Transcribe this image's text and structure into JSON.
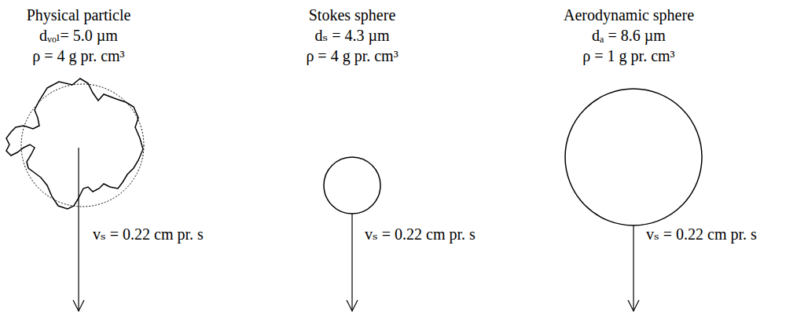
{
  "diagram": {
    "nodes": [
      {
        "text": [
          "Physical particle",
          "dᵥₒₗ= 5.0 µm",
          "ρ = 4 g pr. cm³"
        ]
      },
      {
        "text": [
          "Stokes sphere",
          "dₛ = 4.3 µm",
          "ρ = 4 g pr. cm³"
        ]
      },
      {
        "text": [
          "Aerodynamic sphere",
          "dₐ = 8.6 µm",
          "ρ = 1 g pr. cm³"
        ]
      }
    ],
    "labels": [
      "vₛ = 0.22 cm pr. s",
      "vₛ = 0.22 cm pr. s",
      "vₛ = 0.22 cm pr. s"
    ]
  }
}
